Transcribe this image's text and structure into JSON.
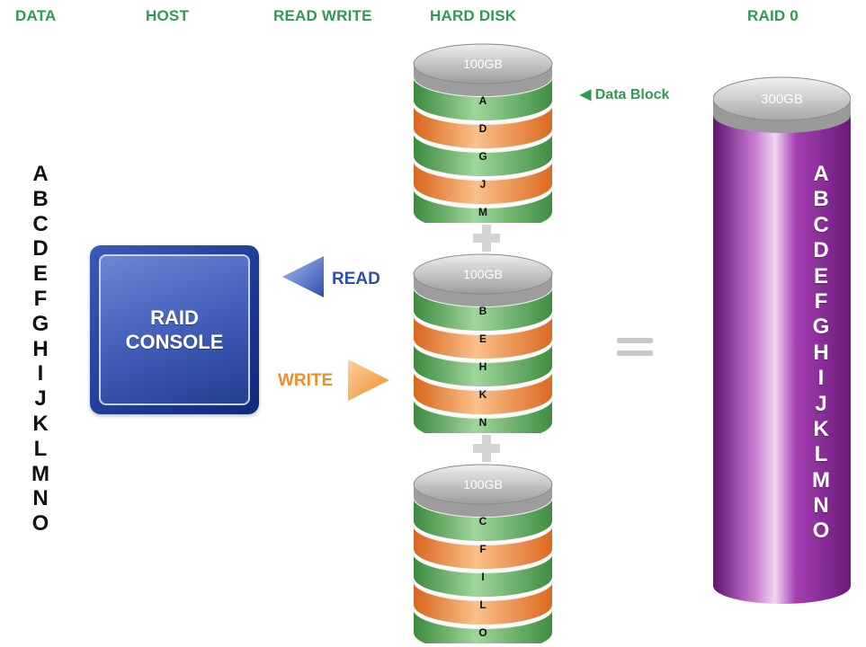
{
  "headers": {
    "data": "DATA",
    "host": "HOST",
    "read_write": "READ WRITE",
    "hard_disk": "HARD DISK",
    "raid0": "RAID 0"
  },
  "data_letters": [
    "A",
    "B",
    "C",
    "D",
    "E",
    "F",
    "G",
    "H",
    "I",
    "J",
    "K",
    "L",
    "M",
    "N",
    "O"
  ],
  "console": {
    "line1": "RAID",
    "line2": "CONSOLE"
  },
  "read_label": "READ",
  "write_label": "WRITE",
  "data_block_label": "◀ Data Block",
  "disks": [
    {
      "capacity": "100GB",
      "blocks": [
        "A",
        "D",
        "G",
        "J",
        "M"
      ]
    },
    {
      "capacity": "100GB",
      "blocks": [
        "B",
        "E",
        "H",
        "K",
        "N"
      ]
    },
    {
      "capacity": "100GB",
      "blocks": [
        "C",
        "F",
        "I",
        "L",
        "O"
      ]
    }
  ],
  "raid0_capacity": "300GB",
  "raid0_letters": [
    "A",
    "B",
    "C",
    "D",
    "E",
    "F",
    "G",
    "H",
    "I",
    "J",
    "K",
    "L",
    "M",
    "N",
    "O"
  ],
  "colors": {
    "header": "#2f9a53",
    "green_block": "#5fae5a",
    "orange_block": "#f08a3a",
    "read_arrow": "#2c4fae",
    "write_arrow": "#f39a3c",
    "raid0_cylinder": "#8b2a96",
    "console": "#2a45a0"
  },
  "icons": {
    "read_arrow": "left-triangle-arrow",
    "write_arrow": "right-triangle-arrow",
    "plus": "plus-sign",
    "equals": "equals-sign"
  }
}
